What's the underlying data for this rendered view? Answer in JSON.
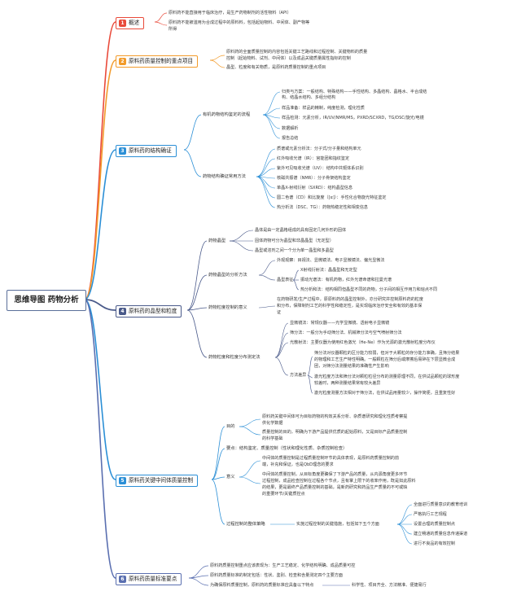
{
  "root": {
    "title": "思维导图 药物分析"
  },
  "colors": {
    "b1": "#e94a3a",
    "b2": "#f29b2b",
    "b3": "#2b8fd6",
    "b4": "#4a5a8a",
    "b5": "#2b8fd6",
    "b6": "#5a6fb0"
  },
  "b1": {
    "num": "1",
    "label": "概述",
    "lines": [
      "原料药不能直接用于临床治疗，是生产药物制剂的活性物料（API）",
      "原料药不能被滥用为合成过程中的原料料，包括起始物料、中间体、副产物等",
      "所得"
    ]
  },
  "b2": {
    "num": "2",
    "label": "原料药质量控制的重点项目",
    "lines": [
      "原料药的全面质量控制的内容包括关键工艺路线和过程控制、关键物料的质量",
      "控制（起始物料、试剂、中间体）以及成品关键质量属性指标的控制",
      "晶型、粒度和有关物质，是原料药质量控制的重点项目"
    ]
  },
  "b3": {
    "num": "3",
    "label": "原料药的结构确证",
    "g1": {
      "label": "有机药物结构鉴定的流程",
      "lines": [
        "归类与方案：一般结构、特殊结构——手性结构、多晶结构、晶格水、半合成结",
        "构、结晶水结构、多组分结构",
        "样品准备：样品的精制，纯度检测，理化性质",
        "样品检测：元素分析，IR/UV/NMR/MS，PXRD/SCXRD，TG/DSC/旋光/电镜",
        "数据解析",
        "报告总结"
      ]
    },
    "g2": {
      "label": "药物结构确证常用方法",
      "lines": [
        "质谱或元素分析法：分子式/分子量和结构单元",
        "红外吸收光谱（IR）：官能团和指纹鉴定",
        "紫外可见吸收光谱（UV）：结构中共轭体系识别",
        "核磁共振谱（NMR）：分子骨架结构鉴定",
        "单晶X-射线衍射（SXRD）：结构晶型信息",
        "圆二色谱（CD）和比旋度（[α]）：手性化合物旋光特征鉴定",
        "热分析法（DSC、TG）：药物热稳定性和相变信息"
      ]
    }
  },
  "b4": {
    "num": "4",
    "label": "原料药的晶型和粒度",
    "g1": {
      "label": "药物晶型",
      "lines": [
        "晶体是由一定晶格组成的具有固定几何外形的固体",
        "固体药物可分为晶型和非晶晶型（无定型）",
        "晶型或溶剂之间一个分为单一晶型和多晶型"
      ]
    },
    "g2": {
      "label": "药物晶型的分析方法",
      "top": "外观观察：目视法、显微镜法、电子显微镜法、偏光显微法",
      "sublabel": "晶型表征",
      "subs": [
        "X射线衍射法：晶晶型和无定型",
        "振动光谱法：有机药物，红外光谱命谱和拉曼光谱",
        "热分析和法：结构相同但晶型不同的药物，分子间的相互作用力和熔点不同"
      ]
    },
    "g3": {
      "label": "药物粒度控制的意义",
      "lines": [
        "在药物研发/生产过程中，原原料药的晶型控制外，亦分研究并控制原料药的粒度",
        "和分布，保障制剂工艺的科学性和稳定性，是实现临床治疗安全和有效的基本保",
        "证"
      ]
    },
    "g4": {
      "label": "药物粒度和粒度分布测定法",
      "lines": [
        "显微镜法：常规仪器——光学显微镜、透射电子显微镜",
        "筛分法：一般分为手动筛分法、机械筛分法与空气喷射筛分法",
        "光散射法：主要仪器为使用红色激光（He-Ne）作为光源的激光散射粒度分布仪"
      ],
      "sublabel": "方法差异",
      "subs": [
        "筛分法对仪器颗粒的区分能力较弱，但对于大颗粒的存分能力准确，且筛分结果",
        "的物理和工艺生产特性明确。一般颗粒在筛分后或摩擦后易碎在下层显微合成",
        "团，对筛分法测量结果的准确性产生影响",
        "激光粒度方法和筛分法对颗粒粒径分布的测量原理不同，在供试品颗粒的球形度",
        "较差时，两种测量结果常有较大差异",
        "激光粒度测量方法相对于筛分法，在供试品用量较少，操作简便，且重复性好"
      ]
    }
  },
  "b5": {
    "num": "5",
    "label": "原料药关键中间体质量控制",
    "g1": {
      "label": "目的",
      "lines": [
        "原料药关键中间体可为目标药物的构效关系分析、杂质谱研究和理化性质考察提",
        "供化学数据",
        "质量控制的目的，明确为下游产品提供优质的起始原料，又是目标产品质量控制",
        "的科学基础"
      ]
    },
    "g2": {
      "label": "要点：结构鉴定、质量控制（性状和理化性质、杂质控制检查）"
    },
    "g3": {
      "label": "意义",
      "lines": [
        "中间体的质量控制是过程质量控制环节的具体表现，是原料药质量控制的前",
        "端，补充和保证，也是QbD理念的要求",
        "中间体的质量控制，从目标角度更确保了下游产品的质量，从内源角度更多环节",
        "过程控制，成品检查控制在过程各个节点，且有掌上限下的收率作用，既是如此原料",
        "的结果，更是最终产品质量控制的基础，是新药研究和药品生产质量的不可或缺",
        "的重要环节/关键质控点"
      ]
    },
    "g4": {
      "label": "过程控制的整体策略",
      "mid": "实施过程控制的关键措施，包括如下五个方面",
      "items": [
        "全面进行质量意识的教育培训",
        "严格执行工艺规程",
        "设置合理的质量控制点",
        "建立畅通的质量信息传递渠道",
        "进行不良品的有效控制"
      ]
    }
  },
  "b6": {
    "num": "6",
    "label": "原料药质量标准要点",
    "lines": [
      "原料药质量控制重点应该表现为：生产工艺稳定、化学结构明确、成品质量可控",
      "原料药质量标准的制定包括：性状、鉴别、检查和含量测定四个主要方面",
      "为确保原料质量控制，原料药的质量标准应具备以下特点"
    ],
    "tail": "科学性、项目齐全、方法精准、便捷易行"
  }
}
